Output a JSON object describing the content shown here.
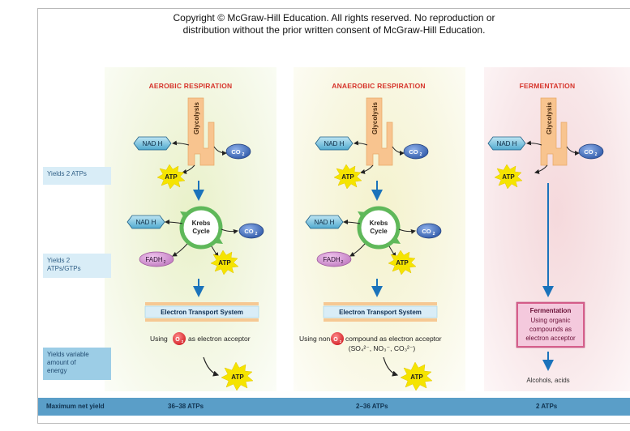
{
  "copyright": {
    "line1": "Copyright © McGraw-Hill Education. All rights reserved. No reproduction or",
    "line2": "distribution without the prior written consent of McGraw-Hill Education."
  },
  "columns": {
    "aerobic": {
      "title": "AEROBIC RESPIRATION",
      "acceptor_prefix": "Using",
      "acceptor_o": "O",
      "acceptor_sub": "2",
      "acceptor_suffix": "as electron acceptor",
      "ets": "Electron Transport System",
      "yield": "36–38 ATPs"
    },
    "anaerobic": {
      "title": "ANAEROBIC RESPIRATION",
      "acceptor_prefix": "Using non-",
      "acceptor_o": "O",
      "acceptor_sub": "2",
      "acceptor_suffix": "compound as electron acceptor",
      "acceptor_line2": "(SO₄²⁻, NO₃⁻, CO₃²⁻)",
      "ets": "Electron Transport System",
      "yield": "2–36 ATPs"
    },
    "fermentation": {
      "title": "FERMENTATION",
      "box_title": "Fermentation",
      "box_text": [
        "Using organic",
        "compounds as",
        "electron acceptor"
      ],
      "products": "Alcohols, acids",
      "yield": "2 ATPs"
    }
  },
  "labels": {
    "glycolysis": "Glycolysis",
    "nadh": "NAD H",
    "co2": "CO",
    "co2_sub": "2",
    "atp": "ATP",
    "krebs_line1": "Krebs",
    "krebs_line2": "Cycle",
    "fadh": "FADH",
    "fadh_sub": "2"
  },
  "side": {
    "yields1": "Yields 2 ATPs",
    "yields2": [
      "Yields 2",
      "ATPs/GTPs"
    ],
    "yields3": [
      "Yields variable",
      "amount of",
      "energy"
    ],
    "max_yield": "Maximum net yield"
  },
  "colors": {
    "accent_red": "#d6332a",
    "glycolysis_orange": "#f8c48f",
    "co2_blue": "#3f67b4",
    "atp_yellow": "#f5e400",
    "krebs_green": "#5fb85a",
    "fadh_purple": "#c57ac4",
    "arrow_blue": "#1b73bb",
    "bar_blue": "#5a9ec8"
  }
}
